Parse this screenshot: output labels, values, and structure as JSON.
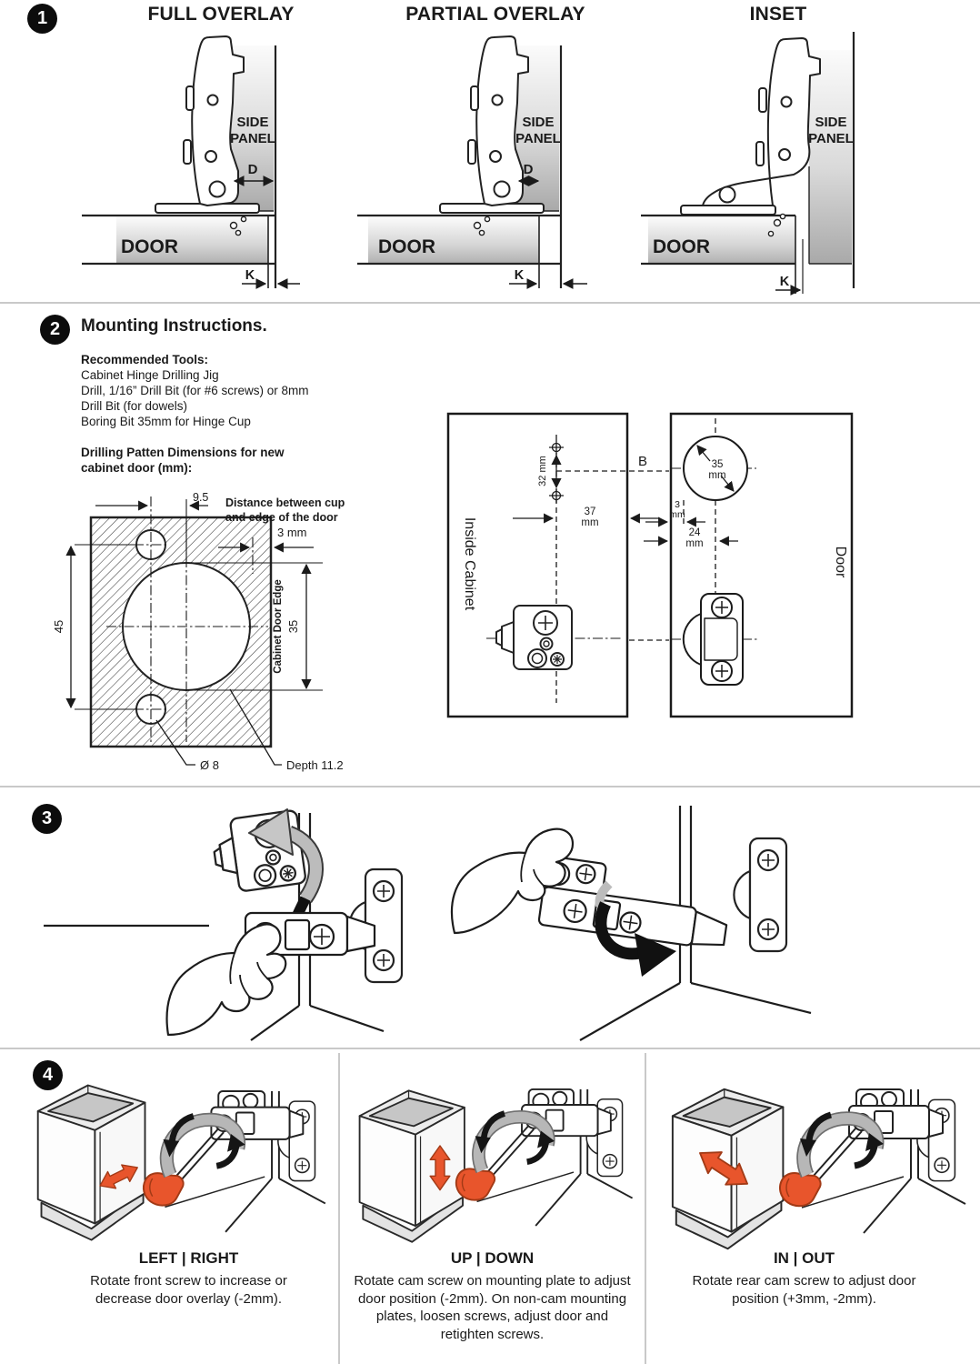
{
  "doc": {
    "accent": "#e8552c",
    "badges": {
      "s1": "1",
      "s2": "2",
      "s3": "3",
      "s4": "4"
    },
    "section1": {
      "titles": [
        "FULL OVERLAY",
        "PARTIAL OVERLAY",
        "INSET"
      ],
      "labels": {
        "side1": "SIDE",
        "side2": "PANEL",
        "door": "DOOR",
        "d": "D",
        "k": "K"
      }
    },
    "section2": {
      "heading": "Mounting Instructions.",
      "tools_heading": "Recommended Tools:",
      "tools": [
        "Cabinet Hinge Drilling Jig",
        "Drill, 1/16” Drill Bit (for #6 screws) or 8mm",
        "Drill Bit (for dowels)",
        "Boring Bit 35mm for Hinge Cup"
      ],
      "pattern_heading_1": "Drilling Patten Dimensions for new",
      "pattern_heading_2": "cabinet door (mm):",
      "pattern": {
        "dim_offset": "9.5",
        "note_1": "Distance between cup",
        "note_2": "and edge of the door",
        "dim_edge": "3 mm",
        "dim_height": "45",
        "dim_cup": "35",
        "edge_label": "Cabinet Door Edge",
        "dowel_dia": "Ø 8",
        "depth": "Depth 11.2"
      },
      "plates": {
        "inside": "Inside Cabinet",
        "door": "Door",
        "b": "B",
        "d32": "32 mm",
        "d37": "37",
        "d3": "3",
        "d24": "24",
        "d35": "35",
        "mm": "mm"
      }
    },
    "section4": {
      "cols": [
        {
          "title": "LEFT | RIGHT",
          "body": "Rotate front screw to increase or decrease door overlay (-2mm)."
        },
        {
          "title": "UP | DOWN",
          "body": "Rotate cam screw on mounting plate to adjust door position (-2mm). On non-cam mounting plates, loosen screws, adjust door and retighten screws."
        },
        {
          "title": "IN | OUT",
          "body": "Rotate rear cam screw to adjust door position (+3mm, -2mm)."
        }
      ]
    }
  }
}
